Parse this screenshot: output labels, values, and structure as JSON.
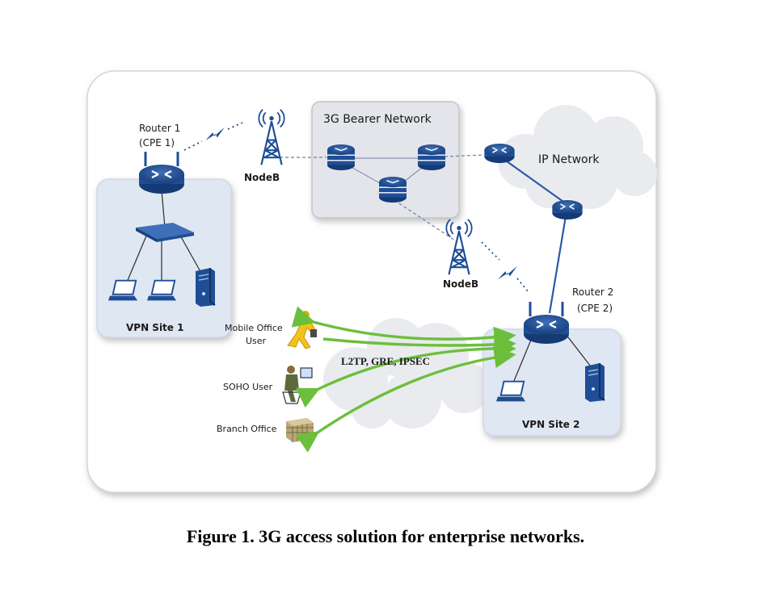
{
  "labels": {
    "router1_line1": "Router 1",
    "router1_line2": "(CPE  1)",
    "nodeb_top": "NodeB",
    "bearer_network": "3G Bearer Network",
    "ip_network": "IP Network",
    "nodeb_bottom": "NodeB",
    "router2_line1": "Router 2",
    "router2_line2": "(CPE 2)",
    "vpn_site1": "VPN Site 1",
    "vpn_site2": "VPN Site 2",
    "mobile_office_line1": "Mobile Office",
    "mobile_office_line2": "User",
    "soho_user": "SOHO User",
    "branch_office": "Branch Office",
    "protocols": "L2TP, GRE, IPSEC"
  },
  "caption": "Figure 1. 3G access solution for enterprise networks.",
  "colors": {
    "router_blue": "#1f4e96",
    "vpn_site_fill": "#dfe7f2",
    "bearer_fill": "#e3e5ea",
    "tunnel_green": "#6cbf3a",
    "cloud": "#e9ebef"
  }
}
